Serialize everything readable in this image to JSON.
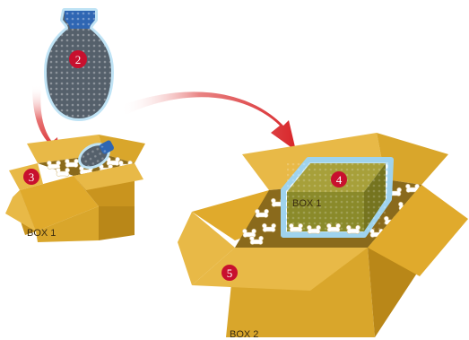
{
  "steps": {
    "vase": "2",
    "box1": "3",
    "inner_box": "4",
    "box2": "5"
  },
  "labels": {
    "box1": "BOX 1",
    "inner_box": "BOX 1",
    "box2": "BOX 2"
  },
  "colors": {
    "cardboard": "#d9a62b",
    "cardboard_dark": "#b98718",
    "cardboard_light": "#e8b947",
    "badge": "#c8102e",
    "arrow": "#d8262a",
    "bubble_wrap": "#9fd3ee",
    "vase_fill": "#55606b",
    "vase_neck": "#2f66b3",
    "inner_box": "#8a8a2a",
    "peanut": "#ffffff"
  },
  "icons": {
    "vase": "vase-icon",
    "arrow1": "curved-arrow-icon",
    "arrow2": "curved-arrow-icon",
    "peanut": "packing-peanut-icon"
  }
}
